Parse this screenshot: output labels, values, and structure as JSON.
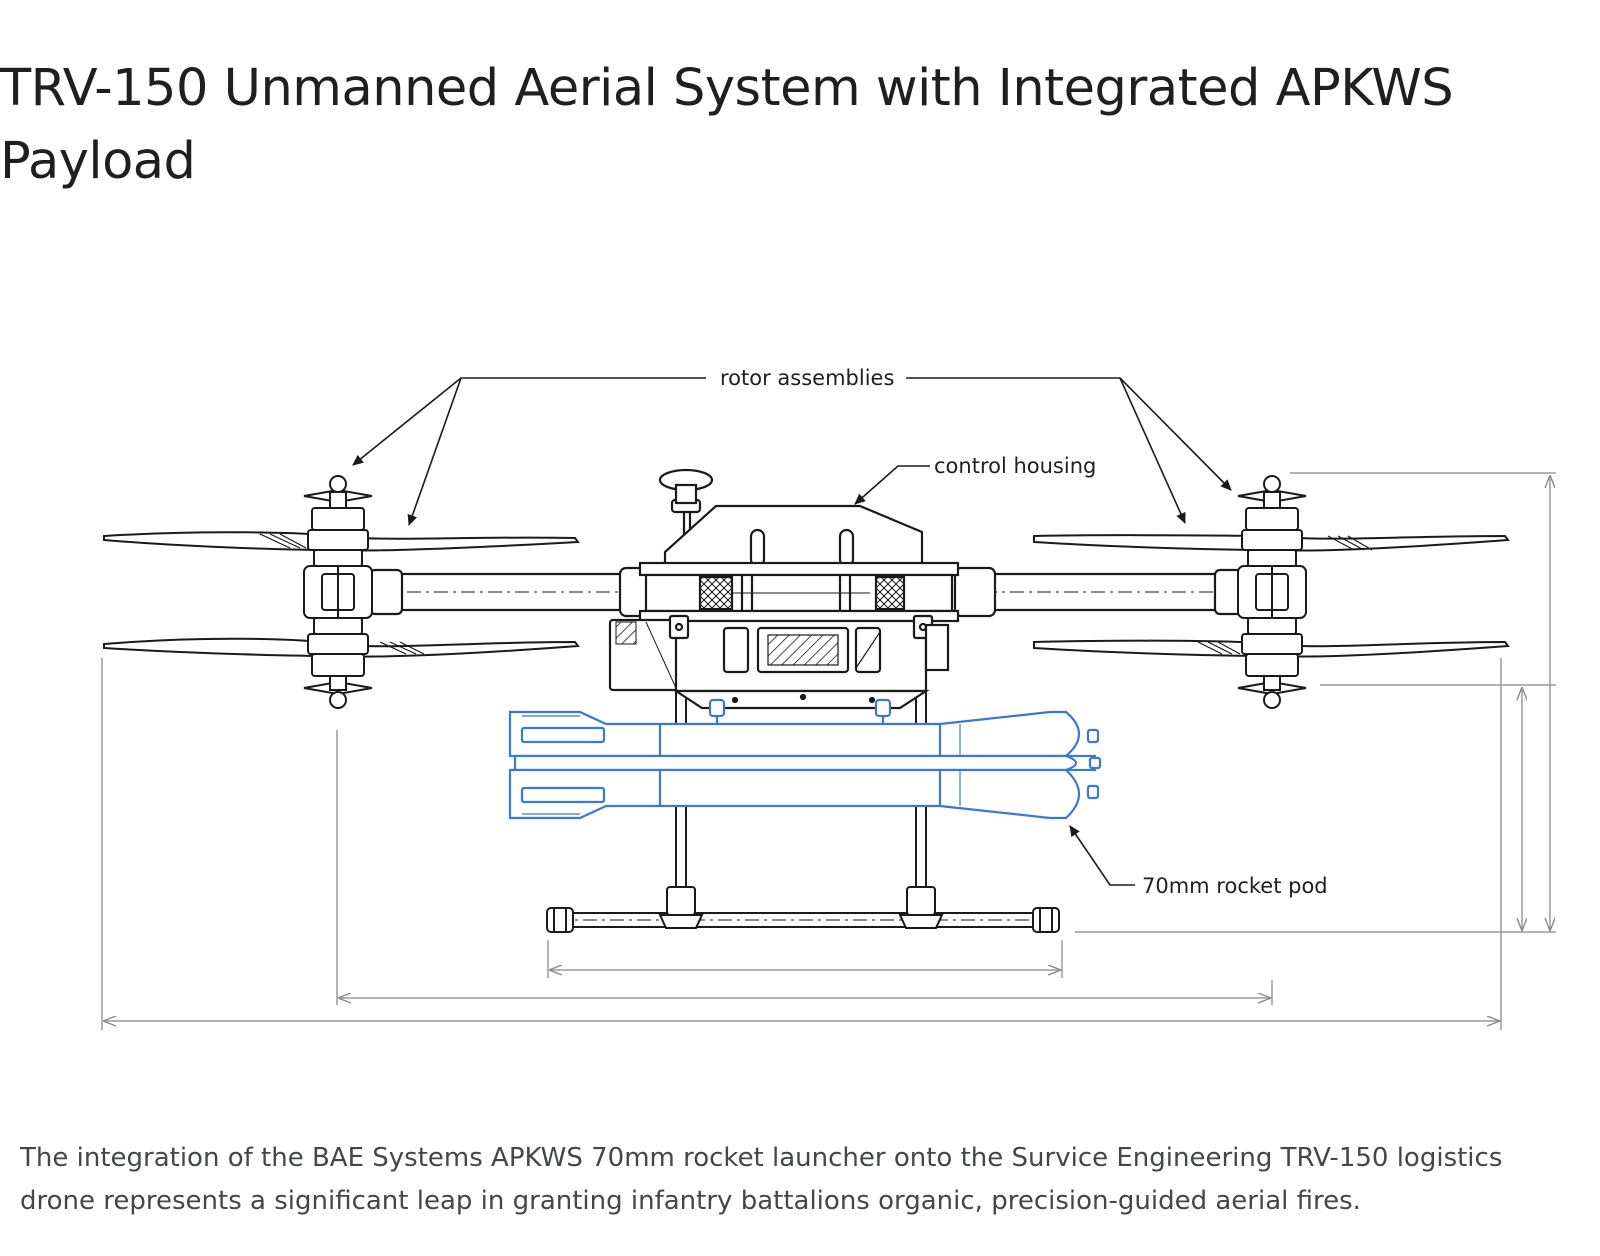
{
  "page": {
    "title": "TRV-150 Unmanned Aerial System with Integrated APKWS Payload",
    "caption": "The integration of the BAE Systems APKWS 70mm rocket launcher onto the Survice Engineering TRV-150 logistics drone represents a significant leap in granting infantry battalions organic, precision-guided aerial fires."
  },
  "diagram": {
    "callouts": {
      "rotor_assemblies": "rotor assemblies",
      "control_housing": "control housing",
      "rocket_pod": "70mm rocket pod"
    },
    "colors": {
      "line_art": "#1a1a1a",
      "payload_highlight": "#3a78d6",
      "dimension_lines": "#9a9a9a"
    }
  }
}
